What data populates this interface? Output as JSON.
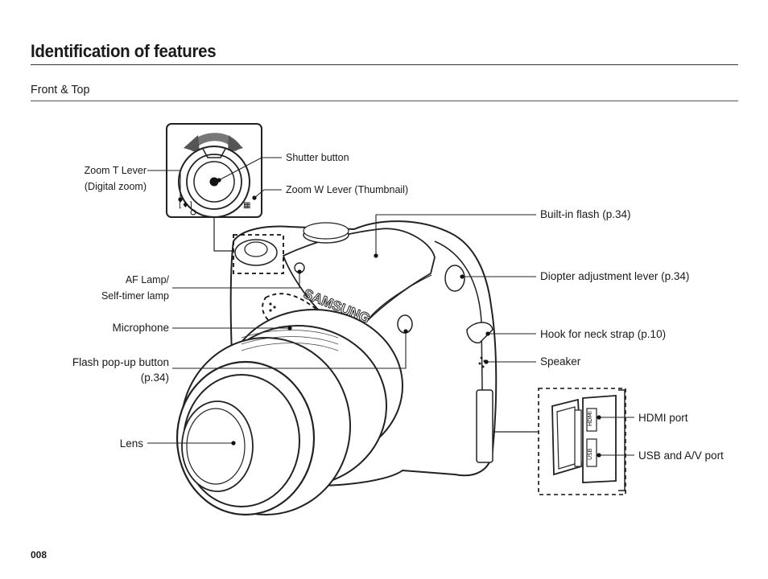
{
  "page": {
    "title": "Identification of features",
    "section": "Front & Top",
    "page_number": "008"
  },
  "callouts": {
    "zoom_t_lever": [
      "Zoom T Lever",
      "(Digital zoom)"
    ],
    "shutter_button": "Shutter button",
    "zoom_w_lever": "Zoom W Lever (Thumbnail)",
    "built_in_flash": "Built-in flash (p.34)",
    "af_lamp": [
      "AF Lamp/",
      "Self-timer lamp"
    ],
    "diopter_lever": "Diopter adjustment lever (p.34)",
    "microphone": "Microphone",
    "hook_strap": "Hook for neck strap (p.10)",
    "flash_popup": [
      "Flash pop-up button",
      "(p.34)"
    ],
    "speaker": "Speaker",
    "hdmi_port": "HDMI port",
    "lens": "Lens",
    "usb_av_port": "USB and A/V port"
  },
  "artwork": {
    "brand_text": "SAMSUNG",
    "zoom_t_symbol": "[♦]",
    "zoom_w_symbol": "▦",
    "hdmi_label": "HDMI",
    "usb_label": "USB"
  }
}
